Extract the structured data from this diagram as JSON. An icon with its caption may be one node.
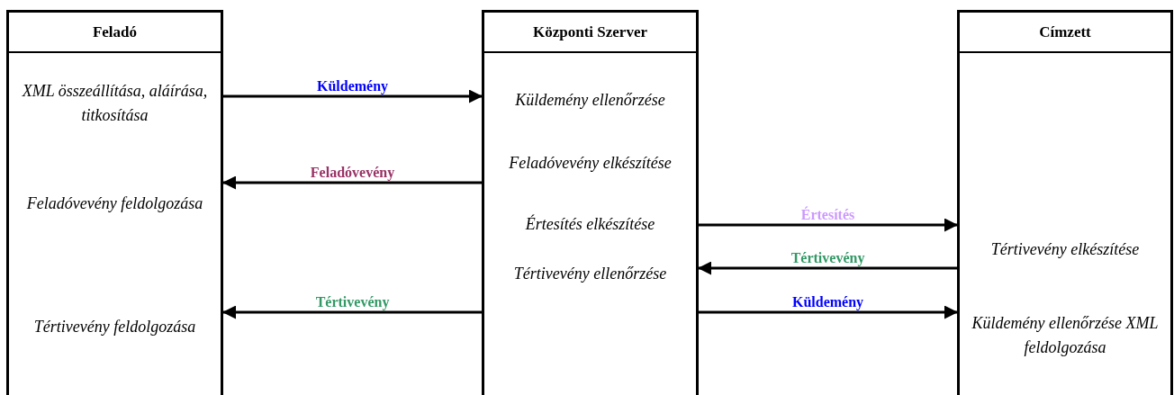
{
  "diagram": {
    "nodes": [
      {
        "text": [
          "Feladó",
          "XML összeállítása, aláírása, titkosítása",
          "Feladóvevény feldolgozása",
          "Tértivevény feldolgozása"
        ]
      },
      {
        "text": [
          "Központi Szerver",
          "Küldemény ellenőrzése",
          "Feladóvevény elkészítése",
          "Értesítés elkészítése",
          "Tértivevény ellenőrzése"
        ]
      },
      {
        "text": [
          "Címzett",
          "Tértivevény elkészítése",
          "Küldemény ellenőrzése XML feldolgozása"
        ]
      }
    ],
    "edges": [
      {
        "from": 0,
        "to": 1,
        "arrow": "to",
        "label": "Küldemény"
      },
      {
        "from": 1,
        "to": 0,
        "arrow": "to",
        "label": "Feladóvevény"
      },
      {
        "from": 1,
        "to": 2,
        "arrow": "to",
        "label": "Értesítés"
      },
      {
        "from": 2,
        "to": 1,
        "arrow": "to",
        "label": "Tértivevény"
      },
      {
        "from": 1,
        "to": 0,
        "arrow": "to",
        "label": "Tértivevény"
      },
      {
        "from": 1,
        "to": 2,
        "arrow": "to",
        "label": "Küldemény"
      }
    ]
  }
}
